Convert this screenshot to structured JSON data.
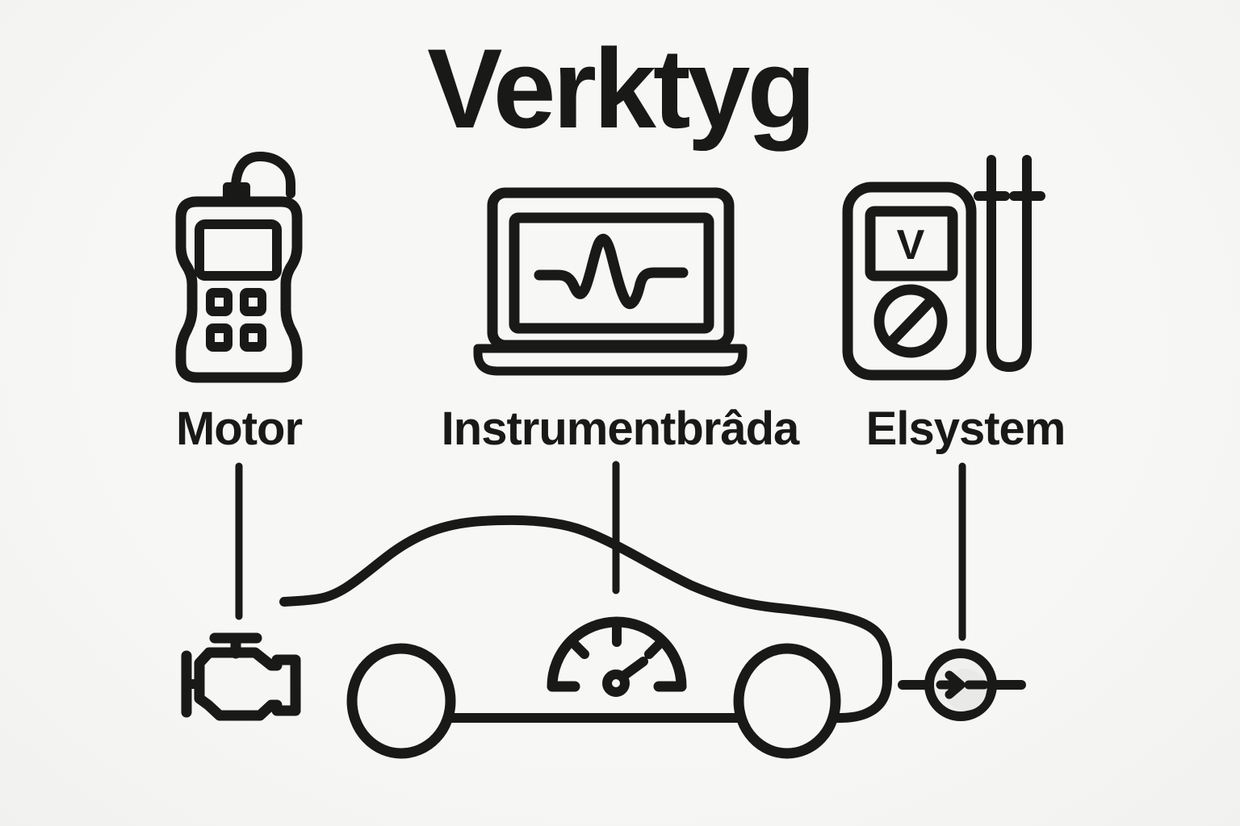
{
  "title": "Verktyg",
  "theme": {
    "background": "#f7f7f5",
    "ink": "#191917",
    "connector_fill": "#f0f0ee",
    "connector_shade": "#e9e9e7"
  },
  "tools": [
    {
      "id": "motor",
      "label": "Motor",
      "icon": "obd-scanner-icon",
      "target": "engine-icon"
    },
    {
      "id": "instrumentbrada",
      "label": "Instrumentbrâda",
      "icon": "laptop-waveform-icon",
      "target": "dashboard-gauge-icon"
    },
    {
      "id": "elsystem",
      "label": "Elsystem",
      "icon": "multimeter-icon",
      "target": "electrical-connector-icon",
      "display_text": "V"
    }
  ],
  "scene": {
    "vehicle": "car-side-outline"
  }
}
